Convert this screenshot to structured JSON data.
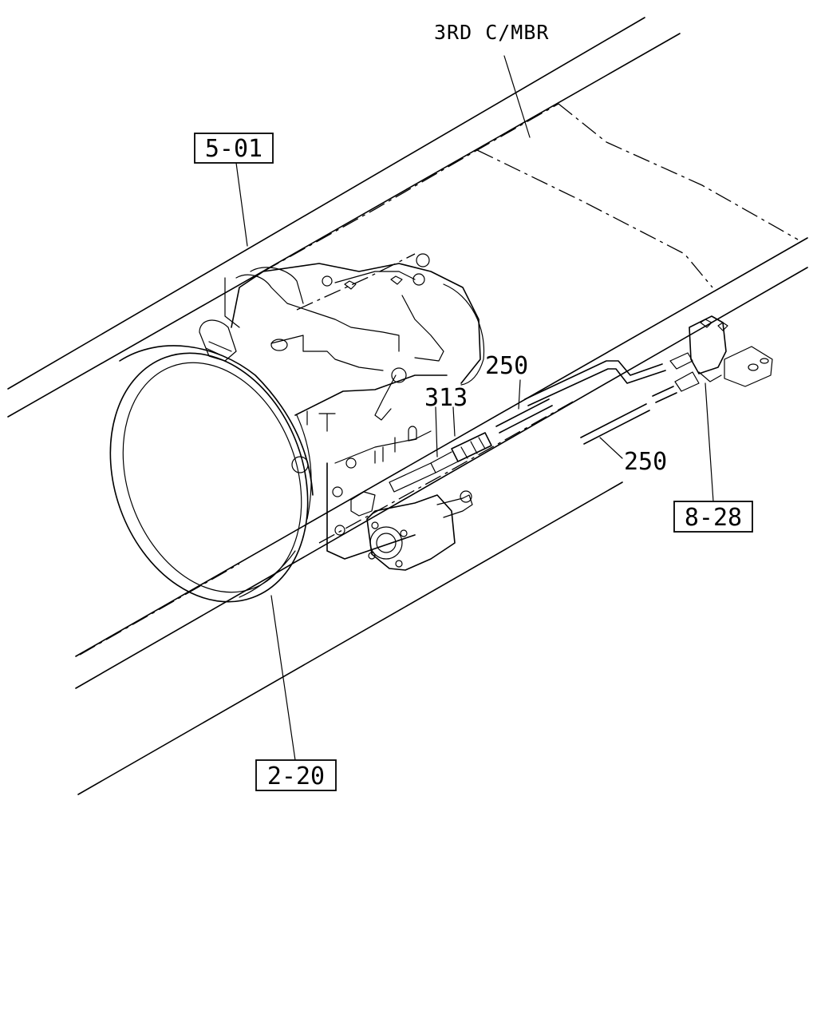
{
  "labels": {
    "frame_member": "3RD C/MBR",
    "ref_5_01": "5-01",
    "ref_8_28": "8-28",
    "ref_2_20": "2-20",
    "part_250_upper": "250",
    "part_250_lower": "250",
    "part_313": "313"
  }
}
